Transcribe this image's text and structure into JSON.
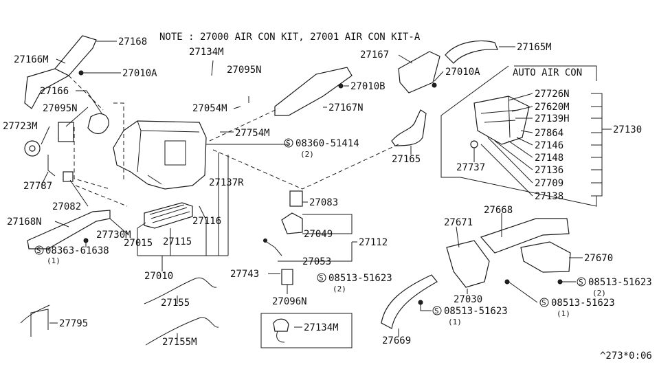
{
  "note": "NOTE : 27000 AIR CON KIT,   27001 AIR CON KIT-A",
  "auto_air_con": "AUTO AIR CON",
  "footer": "^273*0:06",
  "labels": {
    "p27168": "27168",
    "p27166M": "27166M",
    "p27010A_left": "27010A",
    "p27166": "27166",
    "p27095N_left": "27095N",
    "p27723M": "27723M",
    "p27787": "27787",
    "p27082": "27082",
    "p27168N": "27168N",
    "p27730M": "27730M",
    "p27015": "27015",
    "p27115": "27115",
    "p27116": "27116",
    "p27137R": "27137R",
    "p27010": "27010",
    "s08363": "08363-61638",
    "s08363_qty": "(1)",
    "p27134M_top": "27134M",
    "p27095N_mid": "27095N",
    "p27054M": "27054M",
    "p27754M": "27754M",
    "s08360": "08360-51414",
    "s08360_qty": "(2)",
    "p27167N": "27167N",
    "p27010B": "27010B",
    "p27167": "27167",
    "p27165M": "27165M",
    "p27010A_right": "27010A",
    "p27165": "27165",
    "p27083": "27083",
    "p27049": "27049",
    "p27112": "27112",
    "p27053": "27053",
    "p27743": "27743",
    "p27096N": "27096N",
    "s08513_mid": "08513-51623",
    "s08513_mid_qty": "(2)",
    "p27134M_box": "27134M",
    "p27155": "27155",
    "p27155M": "27155M",
    "p27795": "27795",
    "p27726N": "27726N",
    "p27620M": "27620M",
    "p27139H": "27139H",
    "p27864": "27864",
    "p27146": "27146",
    "p27148": "27148",
    "p27136": "27136",
    "p27709": "27709",
    "p27138": "27138",
    "p27130": "27130",
    "p27737": "27737",
    "p27668": "27668",
    "p27671": "27671",
    "p27670": "27670",
    "p27030": "27030",
    "p27669": "27669",
    "s08513_r1": "08513-51623",
    "s08513_r1_qty": "(2)",
    "s08513_r2": "08513-51623",
    "s08513_r2_qty": "(1)",
    "s08513_b": "08513-51623",
    "s08513_b_qty": "(1)"
  }
}
